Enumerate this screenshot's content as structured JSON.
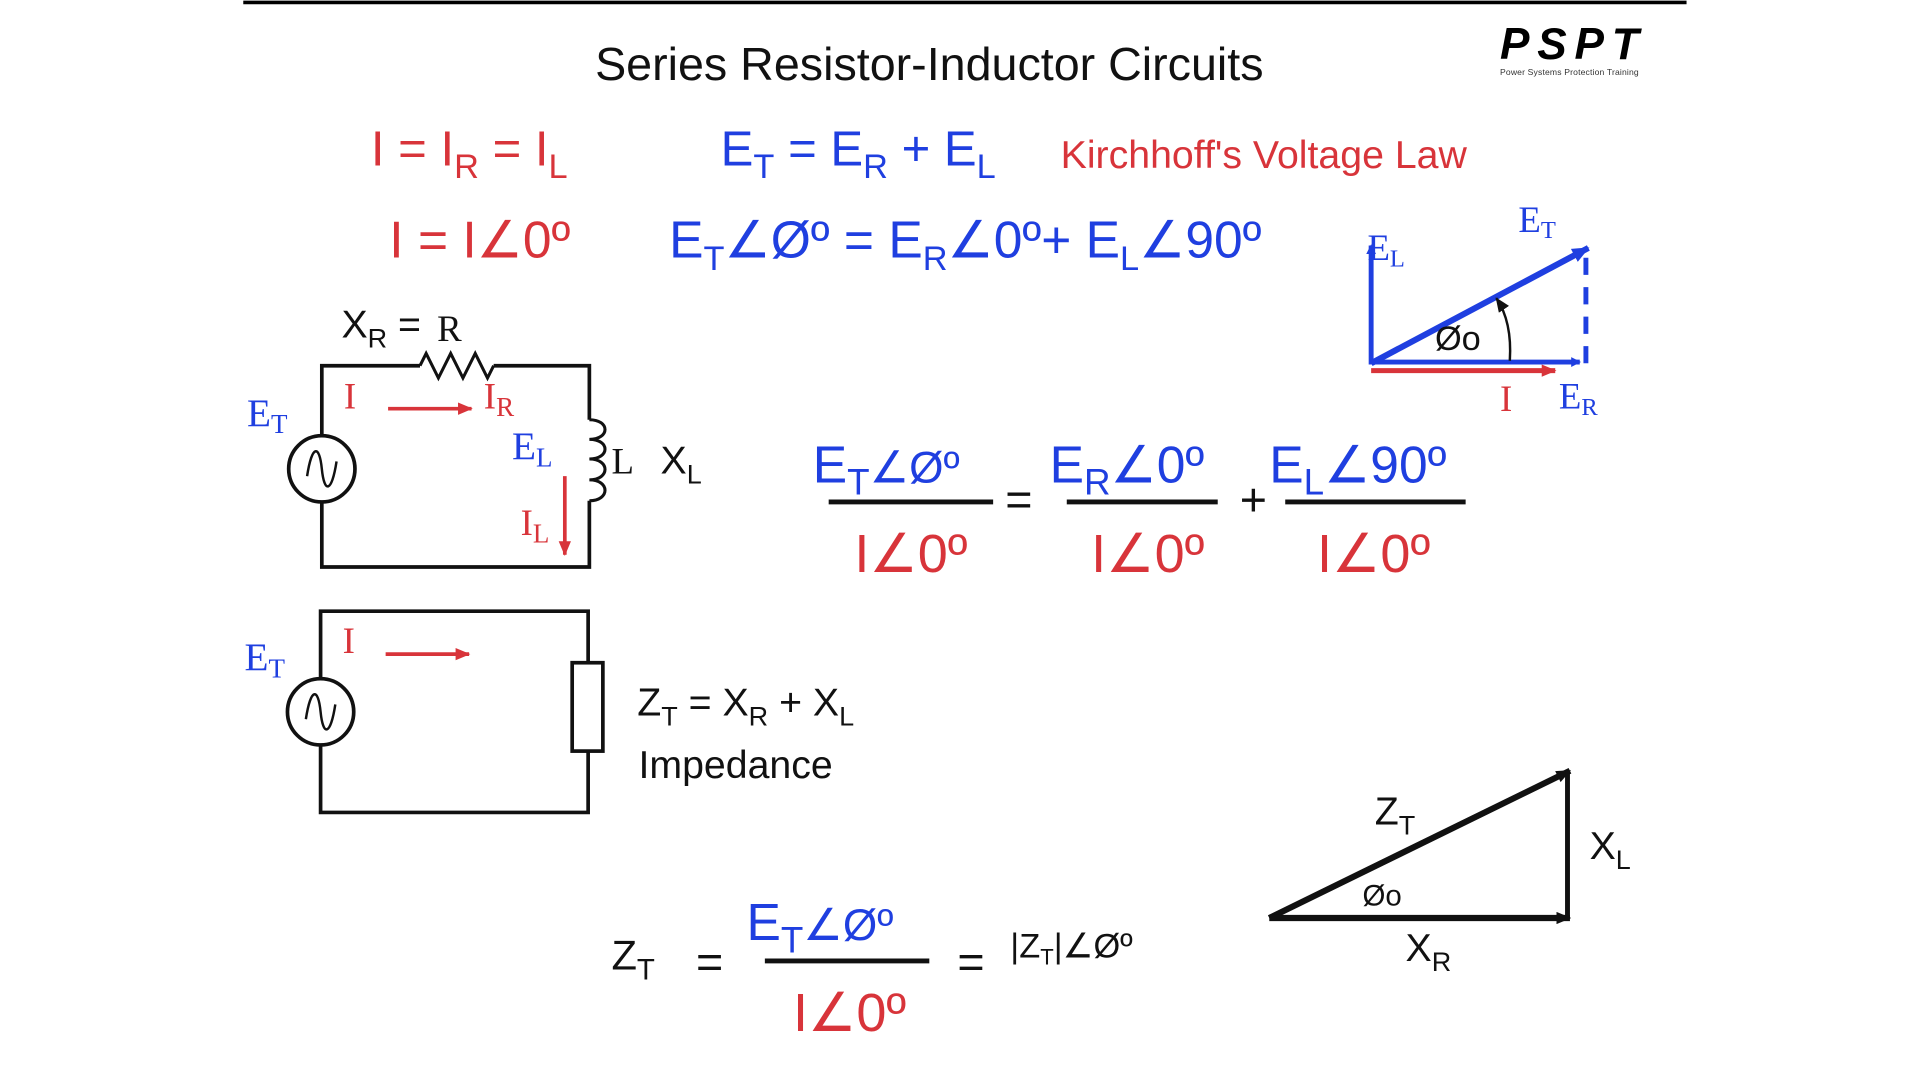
{
  "title": "Series Resistor-Inductor Circuits",
  "logo": {
    "text": "PSPT",
    "tagline": "Power Systems Protection Training"
  },
  "colors": {
    "red": "#d8343a",
    "blue": "#1f3fe0",
    "black": "#111111"
  },
  "row1": {
    "current": {
      "a": "I = I",
      "sub1": "R",
      "b": " = I",
      "sub2": "L"
    },
    "voltage": {
      "a": "E",
      "sub1": "T",
      "b": " = E",
      "sub2": "R",
      "c": " + E",
      "sub3": "L"
    },
    "law": "Kirchhoff's Voltage Law"
  },
  "row2": {
    "current": "I = I∠0º",
    "voltage": {
      "a": "E",
      "sub1": "T",
      "b": "∠Øº = E",
      "sub2": "R",
      "c": "∠0º+ E",
      "sub3": "L",
      "d": "∠90º"
    }
  },
  "phasor": {
    "el": "E",
    "el_sub": "L",
    "et": "E",
    "et_sub": "T",
    "er": "E",
    "er_sub": "R",
    "i": "I",
    "angle": "Øo"
  },
  "circuit1": {
    "xr": "X",
    "xr_sub": "R",
    "xr_eq": " = ",
    "r": "R",
    "et": "E",
    "et_sub": "T",
    "i": "I",
    "ir": "I",
    "ir_sub": "R",
    "el": "E",
    "el_sub": "L",
    "l": "L",
    "xl": "X",
    "xl_sub": "L",
    "il": "I",
    "il_sub": "L"
  },
  "fraction_eq": {
    "num1": {
      "a": "E",
      "sub": "T",
      "b": "∠Øº"
    },
    "num2": {
      "a": "E",
      "sub": "R",
      "b": "∠0º"
    },
    "num3": {
      "a": "E",
      "sub": "L",
      "b": "∠90º"
    },
    "den": "I∠0º",
    "eq": "=",
    "plus": "+"
  },
  "circuit2": {
    "et": "E",
    "et_sub": "T",
    "i": "I",
    "zt": {
      "a": "Z",
      "sub1": "T",
      "b": " = X",
      "sub2": "R",
      "c": " + X",
      "sub3": "L"
    },
    "impedance": "Impedance"
  },
  "impedance_eq": {
    "zt": "Z",
    "zt_sub": "T",
    "eq": "=",
    "num": {
      "a": "E",
      "sub": "T",
      "b": "∠Øº"
    },
    "den": "I∠0º",
    "result": {
      "a": "|Z",
      "sub": "T",
      "b": "|∠Øº"
    }
  },
  "triangle": {
    "zt": "Z",
    "zt_sub": "T",
    "xl": "X",
    "xl_sub": "L",
    "xr": "X",
    "xr_sub": "R",
    "angle": "Øo"
  }
}
